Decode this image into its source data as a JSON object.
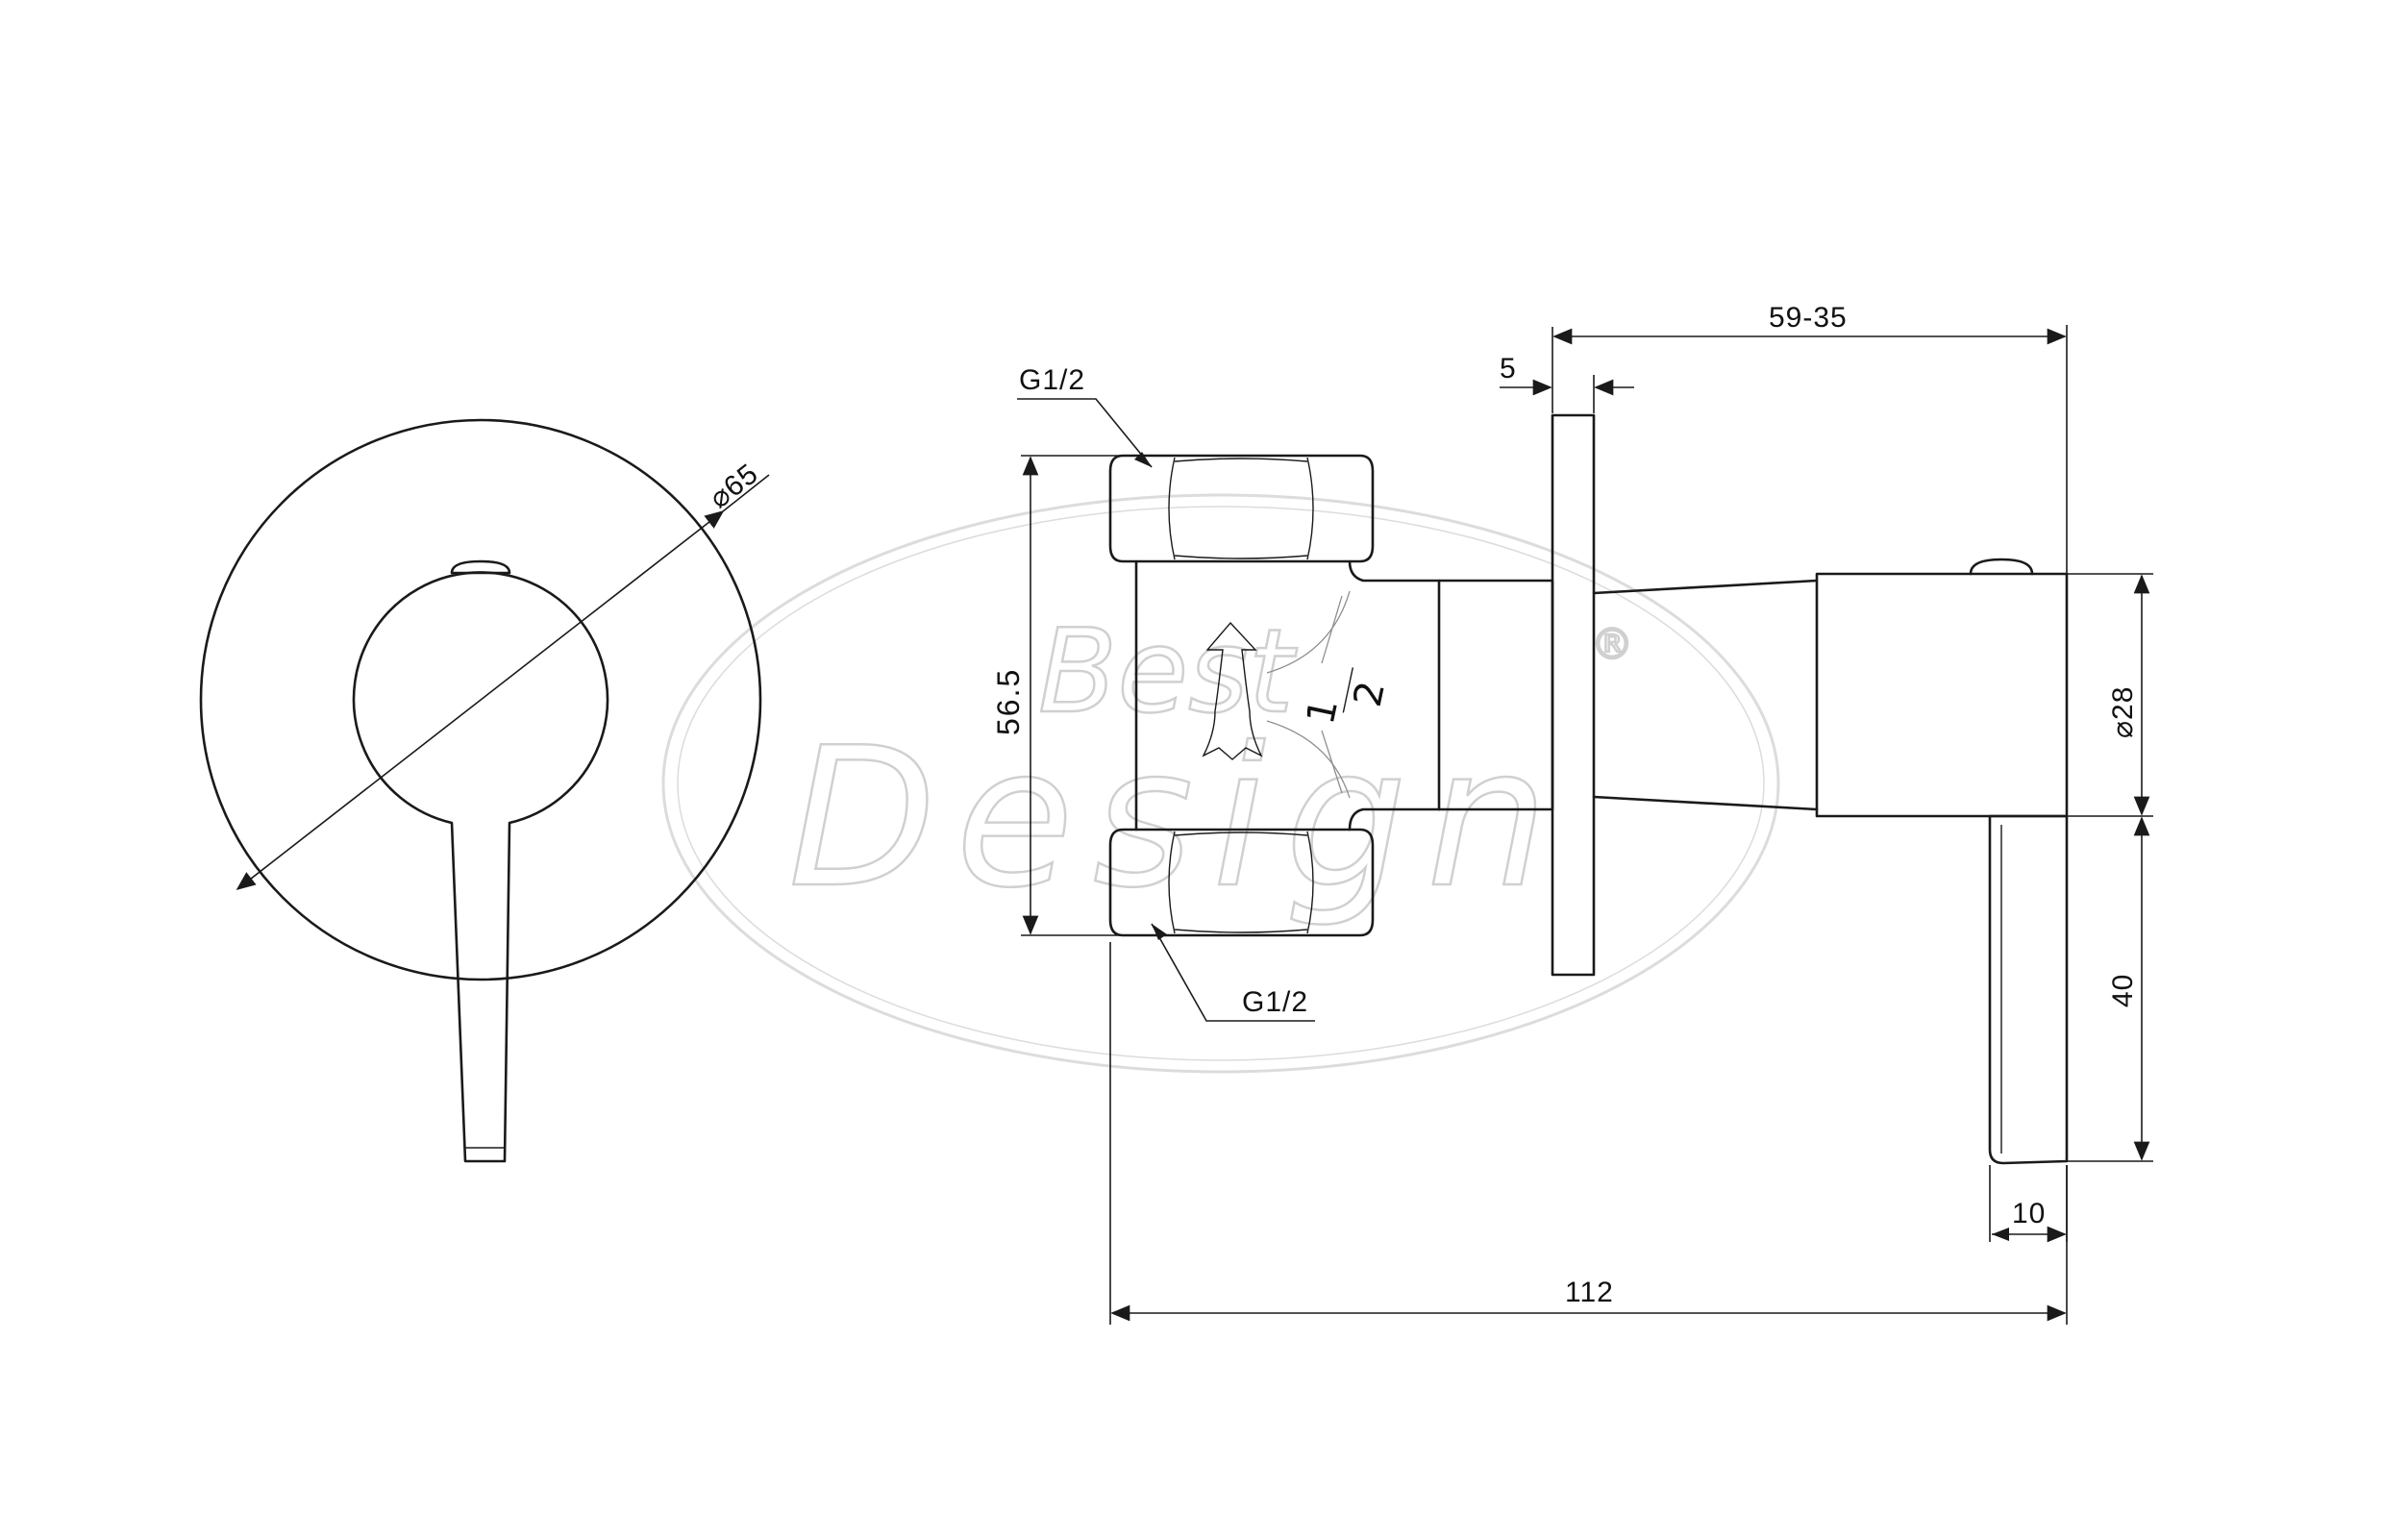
{
  "watermark": {
    "line1": "Best",
    "line2": "Design",
    "registered_mark": "®"
  },
  "front_view": {
    "diameter_label": "⌀65"
  },
  "side_view": {
    "thread_top_label": "G1/2",
    "thread_bottom_label": "G1/2",
    "height_label": "56.5",
    "flow_fraction_numerator": "1",
    "flow_fraction_denominator": "2",
    "plate_thickness_label": "5",
    "adjust_range_label": "59-35",
    "handle_diameter_label": "⌀28",
    "lever_length_label": "40",
    "lever_thickness_label": "10",
    "total_length_label": "112"
  },
  "colors": {
    "line": "#1a1a1a",
    "watermark": "#d0d0d0"
  }
}
